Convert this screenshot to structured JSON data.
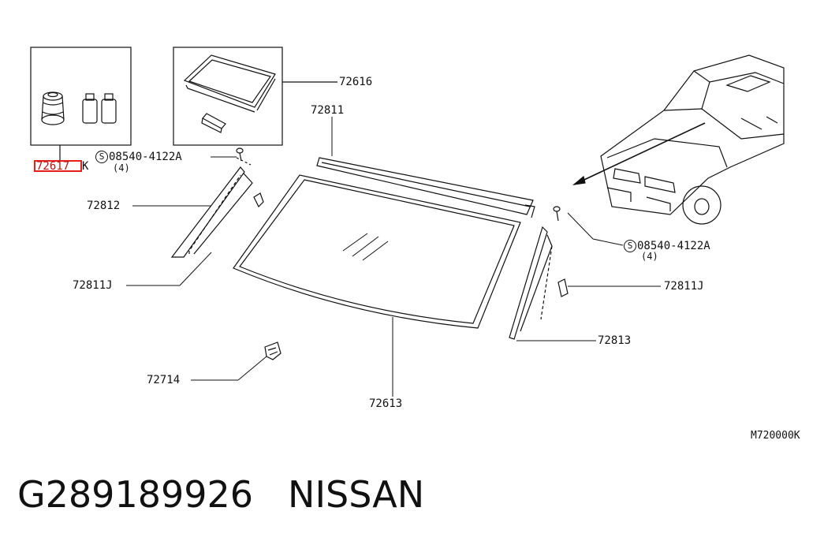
{
  "callouts": {
    "p72617": "72617",
    "p72617_suffix": "K",
    "p72616": "72616",
    "p72811": "72811",
    "p72812": "72812",
    "p72811j_left": "72811J",
    "p72811j_right": "72811J",
    "p72813": "72813",
    "p72714": "72714",
    "p72613": "72613",
    "screw_symbol": "S",
    "screw_top": "08540-4122A",
    "screw_top_qty": "(4)",
    "screw_right": "08540-4122A",
    "screw_right_qty": "(4)"
  },
  "diagram_code": "M720000K",
  "footer": {
    "part_number": "G289189926",
    "brand": "NISSAN"
  },
  "colors": {
    "line": "#111111",
    "highlight": "#e8201c"
  }
}
